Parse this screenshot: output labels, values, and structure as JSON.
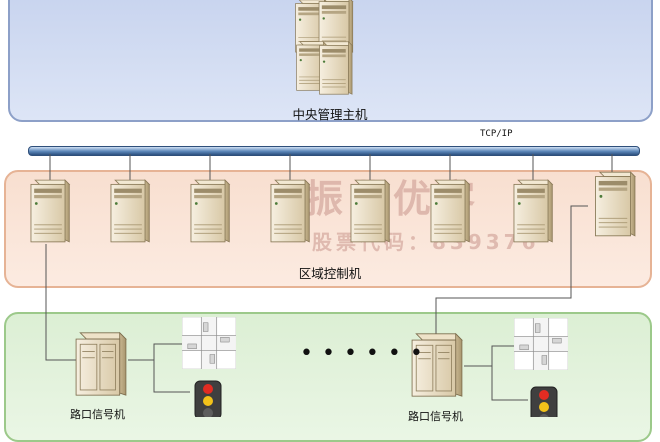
{
  "tiers": {
    "central": {
      "label": "中央管理主机"
    },
    "area": {
      "label": "区域控制机"
    },
    "intersection": {
      "signal_label_1": "路口信号机",
      "signal_label_2": "路口信号机",
      "ellipsis": "• • • • • •"
    }
  },
  "network": {
    "protocol_label": "TCP/IP"
  },
  "watermark": {
    "brand": "振业优客",
    "stock_code": "股票代码：839376"
  },
  "colors": {
    "central_fill": "#d3ddf2",
    "area_fill": "#fae4d8",
    "intersection_fill": "#e2f2db",
    "bus": "#3d6597",
    "server": "#e9dcc0",
    "traffic_light": "#444444"
  },
  "icons": {
    "server": "server-icon",
    "signal_cabinet": "signal-cabinet-icon",
    "traffic_light": "traffic-light-icon",
    "intersection_map": "intersection-map-icon"
  }
}
